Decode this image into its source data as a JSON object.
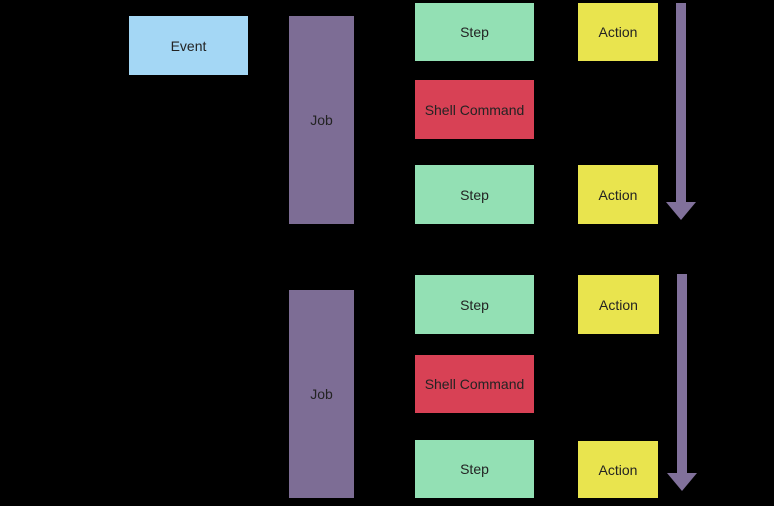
{
  "palette": {
    "background": "#000000",
    "event": "#a4d7f5",
    "job": "#7d6d95",
    "step": "#93e0b4",
    "shell_command": "#d84155",
    "action": "#e9e44e",
    "arrow": "#81719b",
    "text": "#232323"
  },
  "event": {
    "label": "Event"
  },
  "workflows": [
    {
      "job": {
        "label": "Job"
      },
      "steps": [
        {
          "kind": "step",
          "label": "Step"
        },
        {
          "kind": "shell-command",
          "label": "Shell Command"
        },
        {
          "kind": "step",
          "label": "Step"
        }
      ],
      "actions": [
        {
          "label": "Action"
        },
        {
          "label": "Action"
        }
      ]
    },
    {
      "job": {
        "label": "Job"
      },
      "steps": [
        {
          "kind": "step",
          "label": "Step"
        },
        {
          "kind": "shell-command",
          "label": "Shell Command"
        },
        {
          "kind": "step",
          "label": "Step"
        }
      ],
      "actions": [
        {
          "label": "Action"
        },
        {
          "label": "Action"
        }
      ]
    }
  ]
}
